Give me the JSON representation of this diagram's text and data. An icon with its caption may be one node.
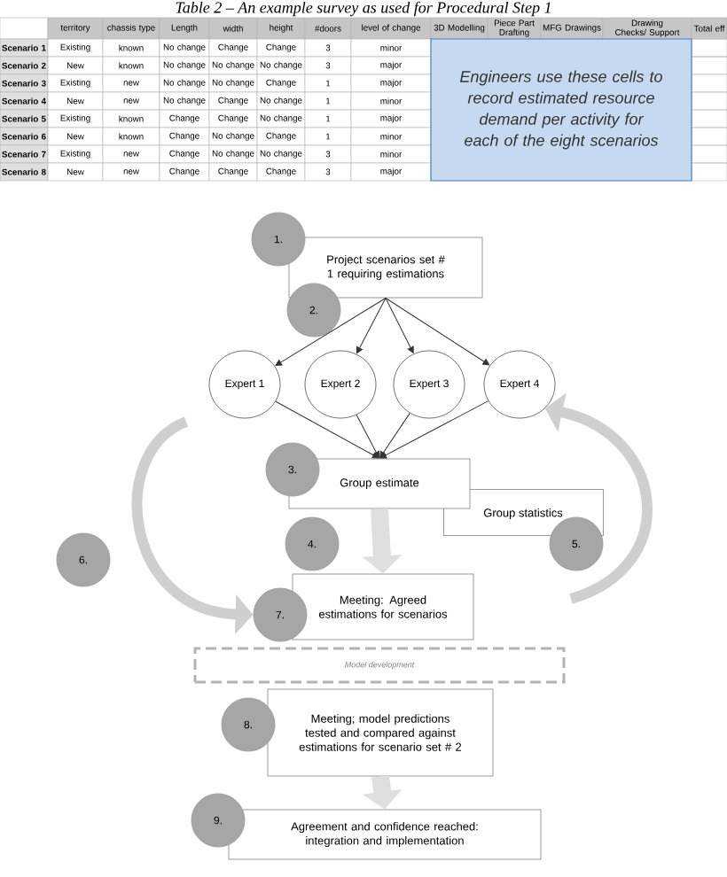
{
  "diagram": {
    "title": "Table 2 – An example survey as used for Procedural Step 1",
    "nodes": [
      {
        "text": [
          "Engineers use these cells to record estimated resource demand per activity for each of the eight scenarios"
        ]
      },
      {
        "text": [
          "1."
        ]
      },
      {
        "text": [
          "Project scenarios set # 1 requiring estimations"
        ]
      },
      {
        "text": [
          "2."
        ]
      },
      {
        "text": [
          "Expert 1"
        ]
      },
      {
        "text": [
          "Expert 2"
        ]
      },
      {
        "text": [
          "Expert 3"
        ]
      },
      {
        "text": [
          "Expert 4"
        ]
      },
      {
        "text": [
          "3."
        ]
      },
      {
        "text": [
          "Group estimate"
        ]
      },
      {
        "text": [
          "Group statistics"
        ]
      },
      {
        "text": [
          "4."
        ]
      },
      {
        "text": [
          "5."
        ]
      },
      {
        "text": [
          "6."
        ]
      },
      {
        "text": [
          "Meeting: Agreed estimations for scenarios"
        ]
      },
      {
        "text": [
          "7."
        ]
      },
      {
        "text": [
          "Model development"
        ]
      },
      {
        "text": [
          "8."
        ]
      },
      {
        "text": [
          "Meeting; model predictions tested and compared against estimations for scenario set # 2"
        ]
      },
      {
        "text": [
          "9."
        ]
      },
      {
        "text": [
          "Agreement and confidence reached: integration and implementation"
        ]
      }
    ],
    "edges": [
      {
        "from": 2,
        "to": 4,
        "arrow": "to"
      },
      {
        "from": 2,
        "to": 5,
        "arrow": "to"
      },
      {
        "from": 2,
        "to": 6,
        "arrow": "to"
      },
      {
        "from": 2,
        "to": 7,
        "arrow": "to"
      },
      {
        "from": 4,
        "to": 9,
        "arrow": "to"
      },
      {
        "from": 5,
        "to": 9,
        "arrow": "to"
      },
      {
        "from": 6,
        "to": 9,
        "arrow": "to"
      },
      {
        "from": 7,
        "to": 9,
        "arrow": "to"
      },
      {
        "from": 9,
        "to": 14,
        "arrow": "to",
        "style": "thick",
        "color": "#dfdfdf"
      },
      {
        "from": 18,
        "to": 20,
        "arrow": "to",
        "style": "thick",
        "color": "#dfdfdf"
      },
      {
        "from": null,
        "to": 15,
        "arrow": "to",
        "style": "thick",
        "color": "#cfcfcf"
      },
      {
        "from": null,
        "to": 7,
        "arrow": "to",
        "style": "thick",
        "color": "#cfcfcf"
      }
    ],
    "labels": [
      "territory",
      "chassis type",
      "Length",
      "width",
      "height",
      "#doors",
      "level of change",
      "3D Modelling",
      "Piece Part Drafting",
      "MFG Drawings",
      "Drawing Checks/ Support",
      "Total eff",
      "Scenario 1",
      "Existing",
      "known",
      "No change",
      "Change",
      "Change",
      "3",
      "minor",
      "Scenario 2",
      "New",
      "known",
      "No change",
      "No change",
      "No change",
      "3",
      "major",
      "Scenario 3",
      "Existing",
      "new",
      "No change",
      "No change",
      "Change",
      "1",
      "major",
      "Scenario 4",
      "New",
      "new",
      "No change",
      "Change",
      "No change",
      "1",
      "minor",
      "Scenario 5",
      "Existing",
      "known",
      "Change",
      "Change",
      "No change",
      "1",
      "major",
      "Scenario 6",
      "New",
      "known",
      "Change",
      "No change",
      "Change",
      "1",
      "minor",
      "Scenario 7",
      "Existing",
      "new",
      "Change",
      "No change",
      "No change",
      "3",
      "minor",
      "Scenario 8",
      "New",
      "new",
      "Change",
      "Change",
      "Change",
      "3",
      "major"
    ]
  }
}
